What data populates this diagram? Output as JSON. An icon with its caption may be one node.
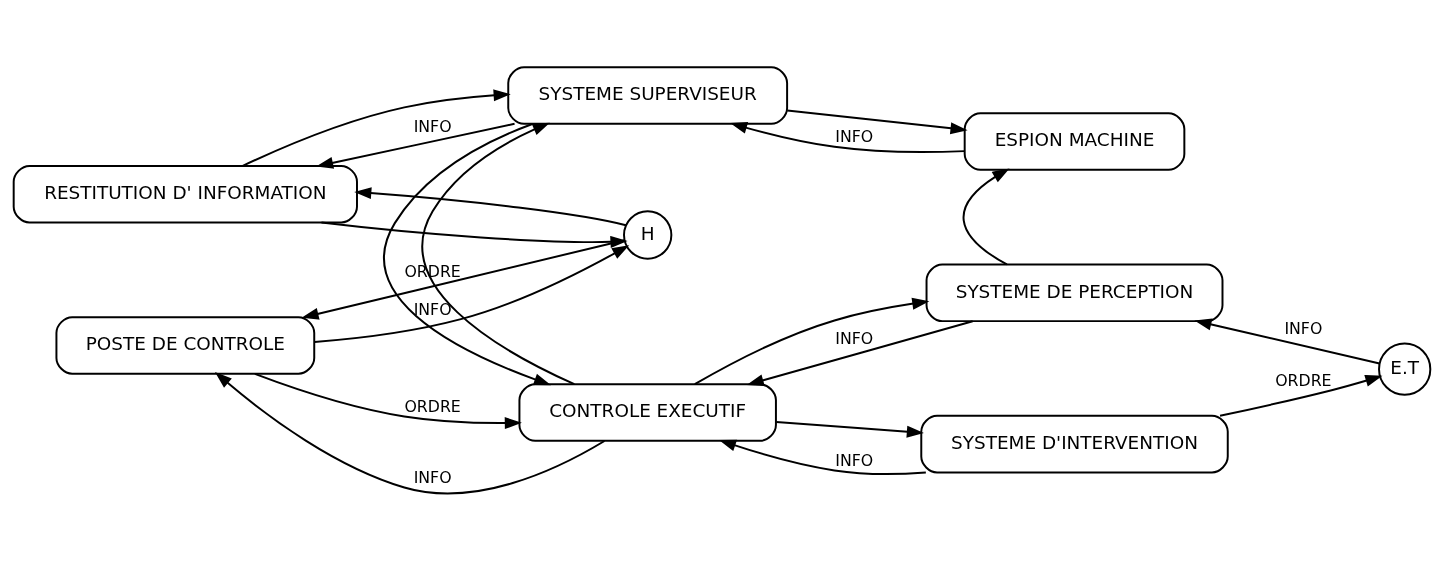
{
  "diagram": {
    "nodes": [
      {
        "text": [
          "RESTITUTION D' INFORMATION"
        ]
      },
      {
        "text": [
          "SYSTEME SUPERVISEUR"
        ]
      },
      {
        "text": [
          "ESPION MACHINE"
        ]
      },
      {
        "text": [
          "H"
        ]
      },
      {
        "text": [
          "SYSTEME DE PERCEPTION"
        ]
      },
      {
        "text": [
          "POSTE DE CONTROLE"
        ]
      },
      {
        "text": [
          "CONTROLE EXECUTIF"
        ]
      },
      {
        "text": [
          "E.T"
        ]
      },
      {
        "text": [
          "SYSTEME D'INTERVENTION"
        ]
      }
    ],
    "edges": [
      {
        "from": 1,
        "to": 0,
        "arrow": "to",
        "label": "INFO"
      },
      {
        "from": 0,
        "to": 1,
        "arrow": "to"
      },
      {
        "from": 2,
        "to": 1,
        "arrow": "to",
        "label": "INFO"
      },
      {
        "from": 1,
        "to": 2,
        "arrow": "to"
      },
      {
        "from": 6,
        "to": 1,
        "arrow": "to"
      },
      {
        "from": 1,
        "to": 6,
        "arrow": "to"
      },
      {
        "from": 4,
        "to": 2,
        "arrow": "to"
      },
      {
        "from": 3,
        "to": 0,
        "arrow": "to"
      },
      {
        "from": 0,
        "to": 3,
        "arrow": "to"
      },
      {
        "from": 3,
        "to": 5,
        "arrow": "to",
        "label": "ORDRE"
      },
      {
        "from": 5,
        "to": 3,
        "arrow": "to",
        "label": "INFO"
      },
      {
        "from": 6,
        "to": 5,
        "arrow": "to",
        "label": "INFO"
      },
      {
        "from": 5,
        "to": 6,
        "arrow": "to",
        "label": "ORDRE"
      },
      {
        "from": 4,
        "to": 6,
        "arrow": "to",
        "label": "INFO"
      },
      {
        "from": 6,
        "to": 4,
        "arrow": "to"
      },
      {
        "from": 8,
        "to": 6,
        "arrow": "to",
        "label": "INFO"
      },
      {
        "from": 6,
        "to": 8,
        "arrow": "to"
      },
      {
        "from": 7,
        "to": 4,
        "arrow": "to",
        "label": "INFO"
      },
      {
        "from": 8,
        "to": 7,
        "arrow": "to",
        "label": "ORDRE"
      }
    ]
  }
}
